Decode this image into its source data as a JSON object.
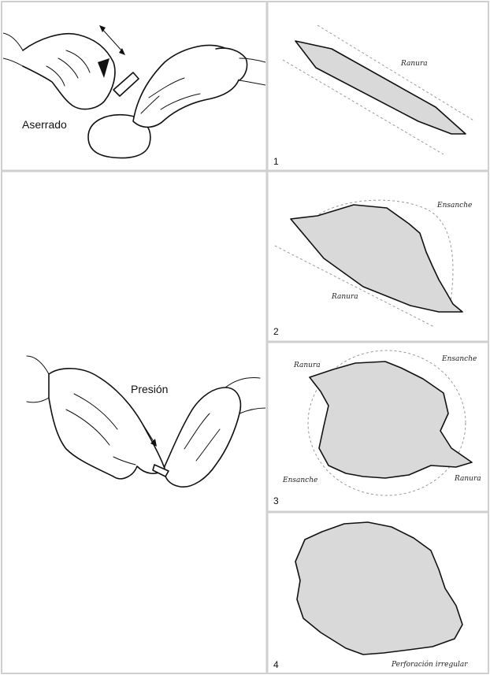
{
  "panels": {
    "sawing": {
      "caption": "Aserrado"
    },
    "pressing": {
      "caption": "Presión"
    },
    "step1": {
      "number": "1",
      "labels": {
        "groove": "Ranura"
      }
    },
    "step2": {
      "number": "2",
      "labels": {
        "widening": "Ensanche",
        "groove": "Ranura"
      }
    },
    "step3": {
      "number": "3",
      "labels": {
        "groove_top": "Ranura",
        "widening_top": "Ensanche",
        "widening_bottom": "Ensanche",
        "groove_bottom": "Ranura"
      }
    },
    "step4": {
      "number": "4",
      "labels": {
        "result": "Perforación irregular"
      }
    }
  },
  "colors": {
    "background": "#ffffff",
    "grid_lines": "#cfcfcf",
    "shape_fill": "#d9d9d9",
    "ink": "#111111"
  }
}
